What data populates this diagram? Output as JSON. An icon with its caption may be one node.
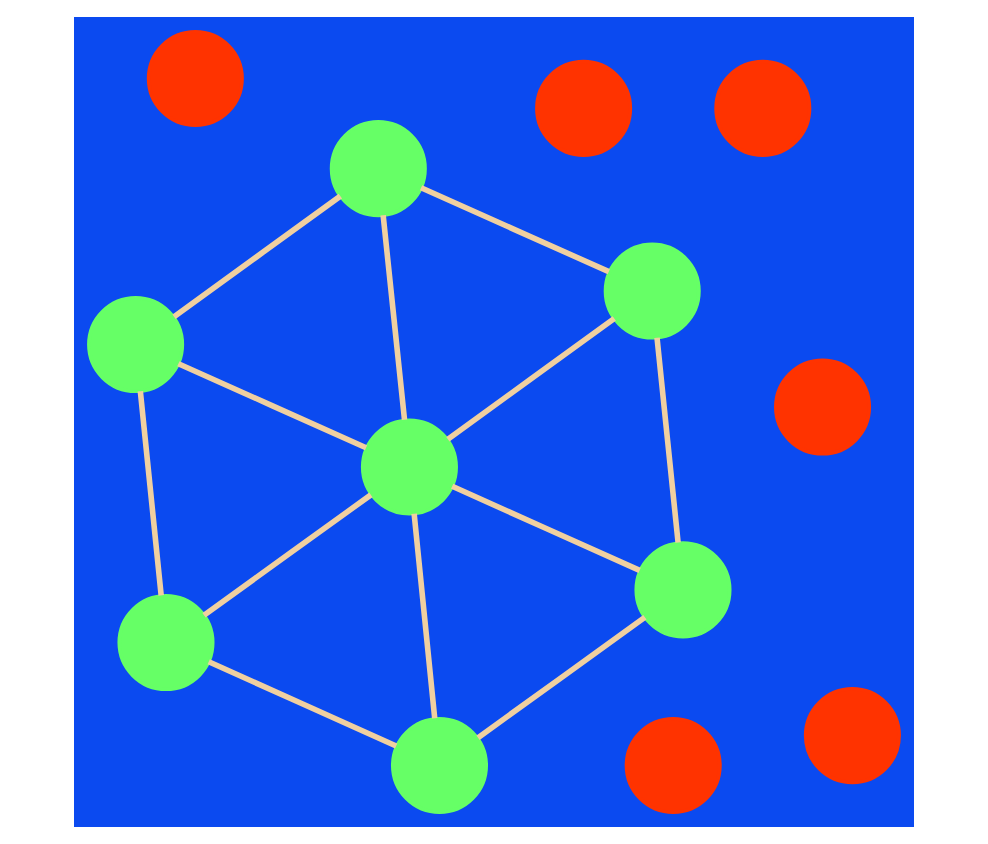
{
  "diagram": {
    "nodes": [
      {
        "text": [],
        "shape": "circle"
      },
      {
        "text": [],
        "shape": "circle"
      },
      {
        "text": [],
        "shape": "circle"
      },
      {
        "text": [],
        "shape": "circle"
      },
      {
        "text": [],
        "shape": "circle"
      },
      {
        "text": [],
        "shape": "circle"
      },
      {
        "text": [],
        "shape": "circle"
      },
      {
        "text": [],
        "shape": "circle"
      },
      {
        "text": [],
        "shape": "circle"
      },
      {
        "text": [],
        "shape": "circle"
      },
      {
        "text": [],
        "shape": "circle"
      },
      {
        "text": [],
        "shape": "circle"
      },
      {
        "text": [],
        "shape": "circle"
      }
    ],
    "edges": [
      {
        "from": 0,
        "to": 1,
        "arrow": "none"
      },
      {
        "from": 0,
        "to": 2,
        "arrow": "none"
      },
      {
        "from": 0,
        "to": 3,
        "arrow": "none"
      },
      {
        "from": 1,
        "to": 3,
        "arrow": "none"
      },
      {
        "from": 1,
        "to": 4,
        "arrow": "none"
      },
      {
        "from": 2,
        "to": 3,
        "arrow": "none"
      },
      {
        "from": 3,
        "to": 4,
        "arrow": "none"
      },
      {
        "from": 2,
        "to": 5,
        "arrow": "none"
      },
      {
        "from": 5,
        "to": 3,
        "arrow": "none"
      },
      {
        "from": 3,
        "to": 6,
        "arrow": "none"
      },
      {
        "from": 4,
        "to": 6,
        "arrow": "none"
      },
      {
        "from": 5,
        "to": 6,
        "arrow": "none"
      }
    ]
  }
}
